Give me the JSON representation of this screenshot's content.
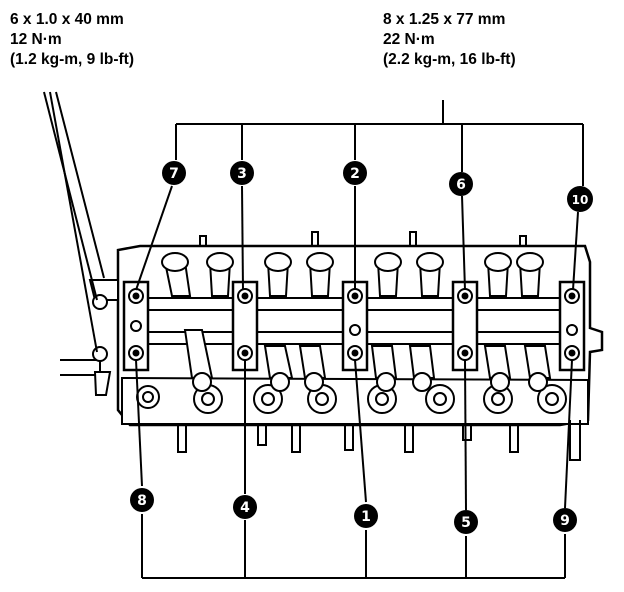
{
  "left_spec": {
    "size": "6 x 1.0 x 40 mm",
    "torque": "12 N·m",
    "torque_alt": "(1.2 kg-m, 9 lb-ft)"
  },
  "right_spec": {
    "size": "8 x 1.25 x 77 mm",
    "torque": "22 N·m",
    "torque_alt": "(2.2 kg-m, 16 lb-ft)"
  },
  "callouts": [
    "1",
    "2",
    "3",
    "4",
    "5",
    "6",
    "7",
    "8",
    "9",
    "10"
  ],
  "colors": {
    "line": "#000000",
    "background": "#ffffff",
    "callout_fill": "#000000",
    "callout_text": "#ffffff"
  }
}
